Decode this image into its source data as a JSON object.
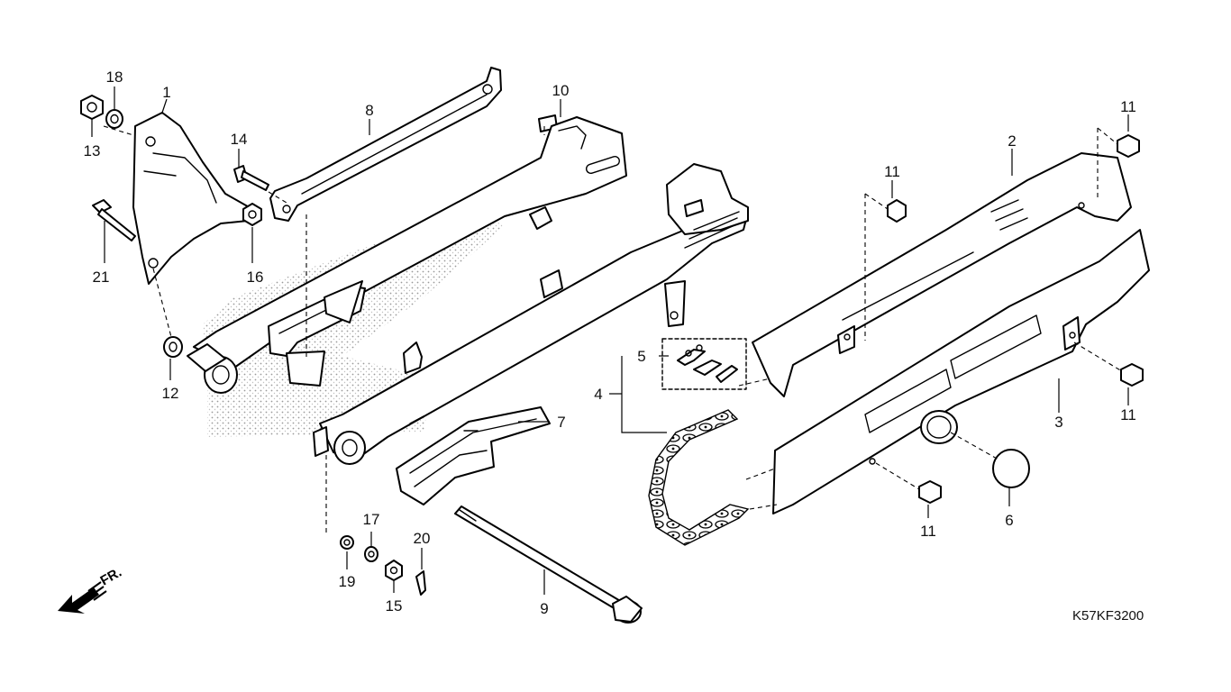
{
  "diagram": {
    "code": "K57KF3200",
    "direction_label": "FR.",
    "callouts": [
      "1",
      "2",
      "3",
      "4",
      "5",
      "6",
      "7",
      "8",
      "9",
      "10",
      "11",
      "12",
      "13",
      "14",
      "15",
      "16",
      "17",
      "18",
      "19",
      "20",
      "21"
    ]
  },
  "colors": {
    "line": "#000000",
    "background": "#ffffff",
    "stipple": "#b0b0b0"
  },
  "icons": {
    "front_arrow": "arrow-down-left-icon"
  }
}
